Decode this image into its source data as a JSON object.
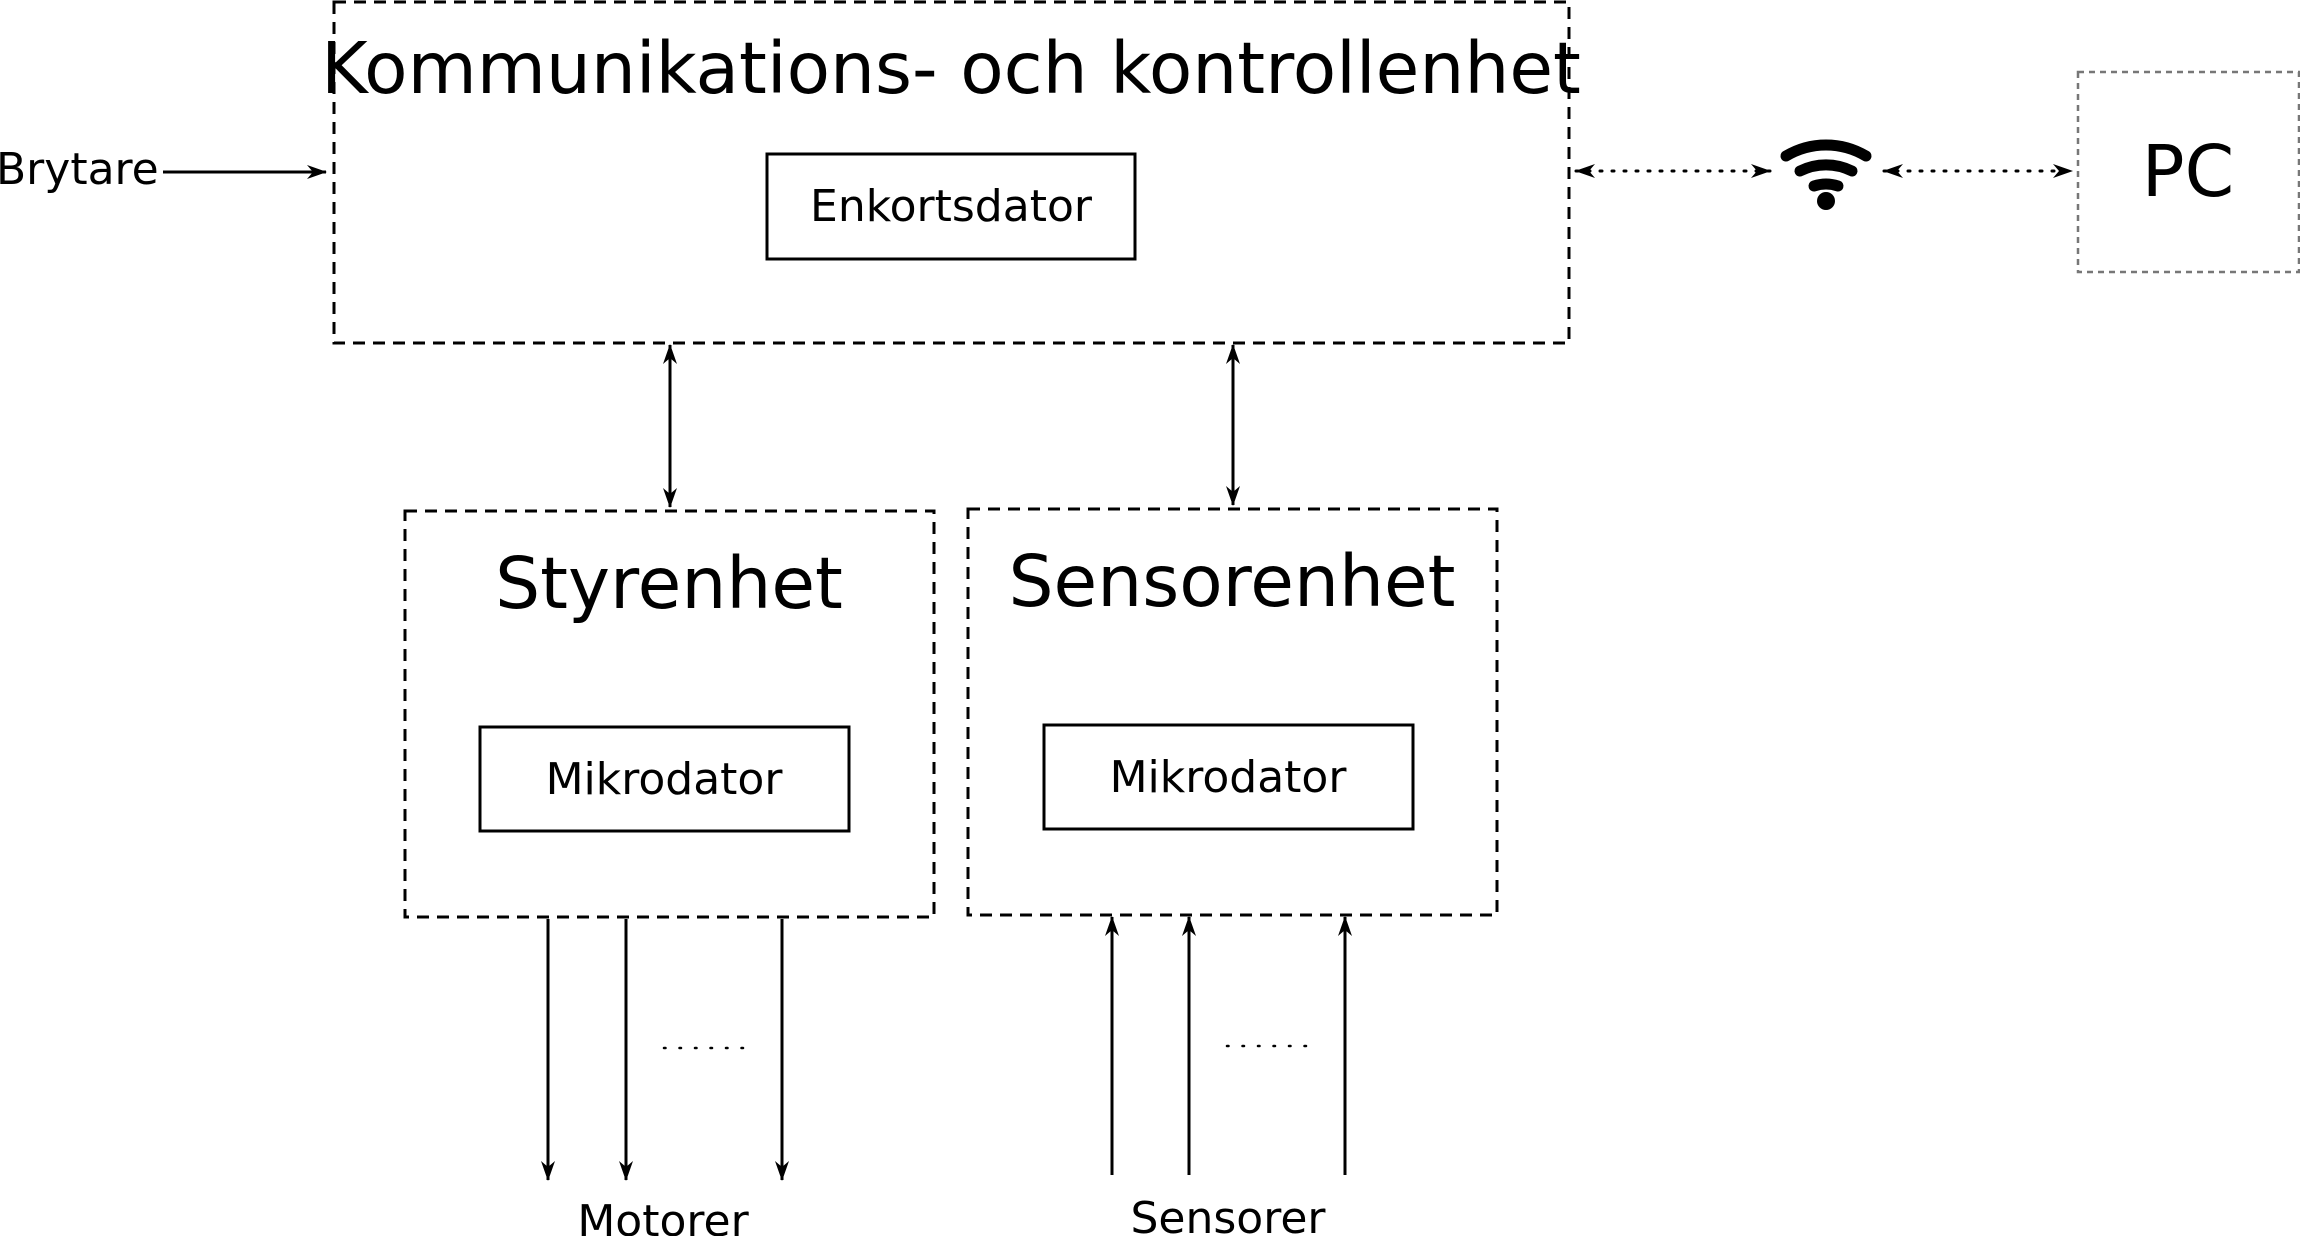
{
  "comm_unit": {
    "title": "Kommunikations- och kontrollenhet",
    "computer_label": "Enkortsdator"
  },
  "switch_label": "Brytare",
  "pc_label": "PC",
  "control_unit": {
    "title": "Styrenhet",
    "computer_label": "Mikrodator",
    "output_label": "Motorer"
  },
  "sensor_unit": {
    "title": "Sensorenhet",
    "computer_label": "Mikrodator",
    "input_label": "Sensorer"
  },
  "icons": {
    "wireless": "wifi-icon"
  }
}
